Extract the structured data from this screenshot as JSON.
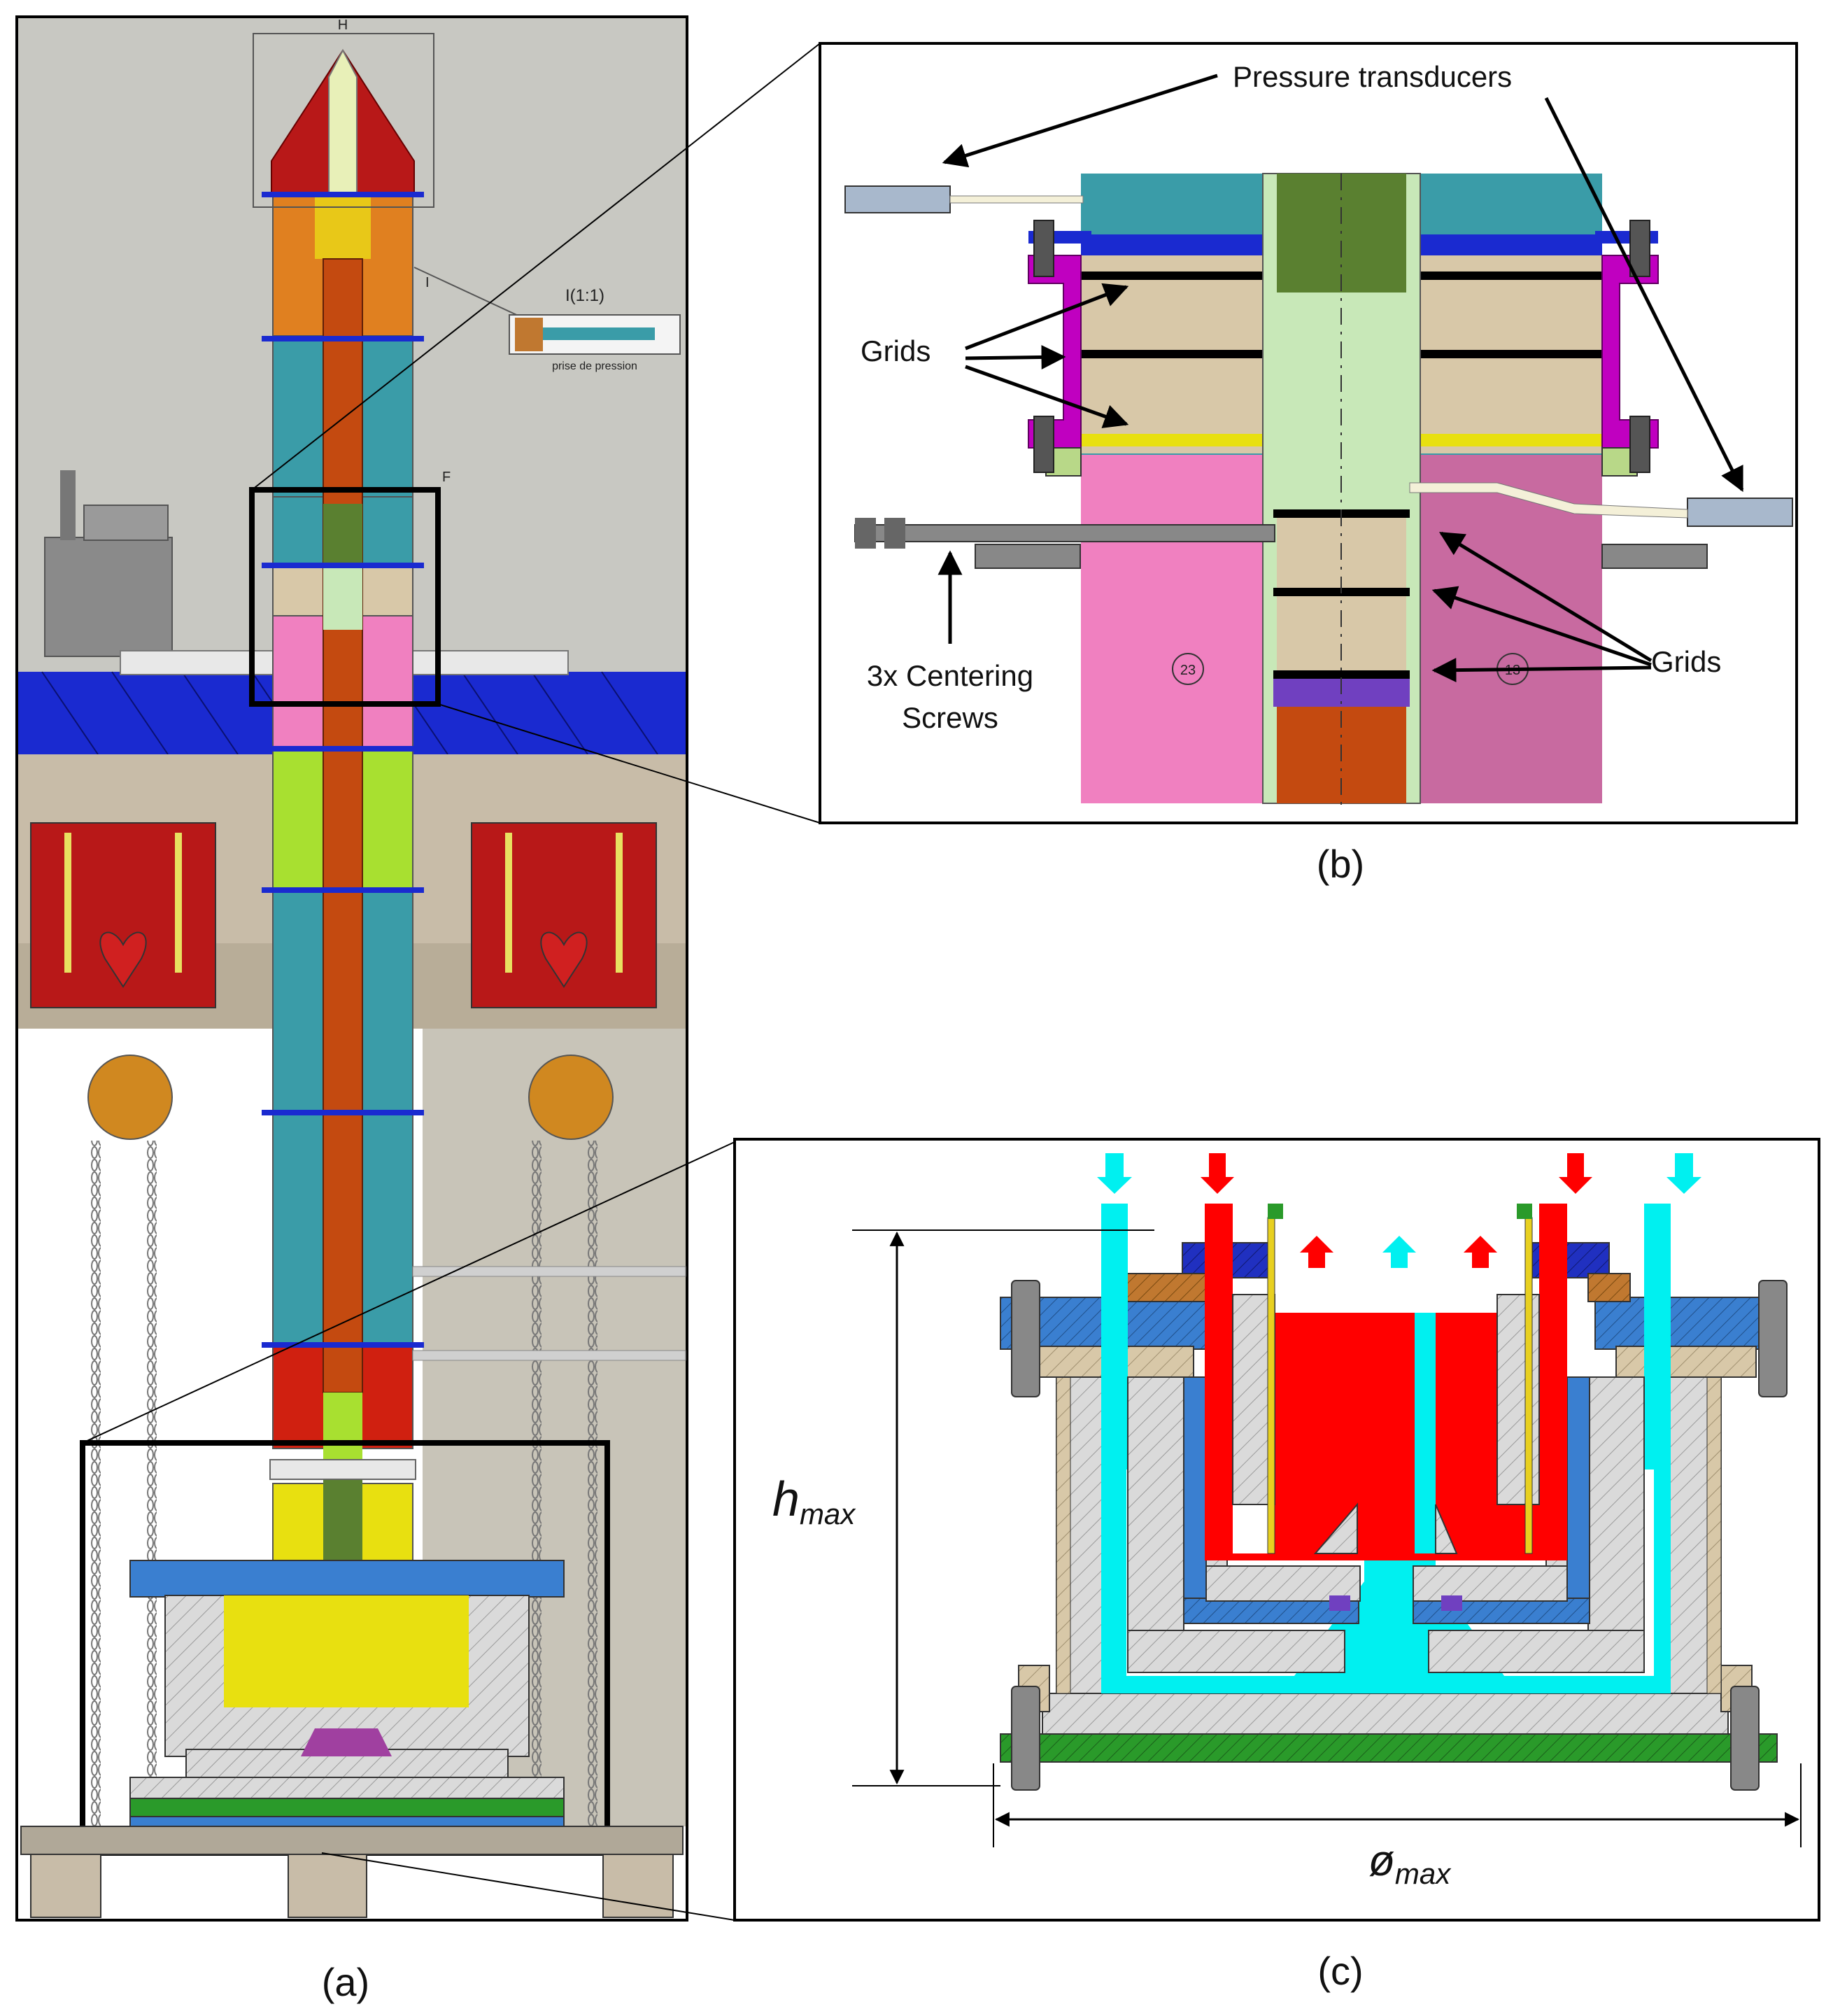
{
  "panel_a": {
    "caption": "(a)",
    "markers": {
      "h": "H",
      "i": "I",
      "f": "F"
    },
    "detail_title": "I(1:1)",
    "detail_note": "prise de pression"
  },
  "panel_b": {
    "caption": "(b)",
    "labels": {
      "pressure_transducers": "Pressure transducers",
      "grids_left": "Grids",
      "grids_right": "Grids",
      "centering_line1": "3x Centering",
      "centering_line2": "Screws"
    },
    "part_numbers": {
      "left": "23",
      "right": "13"
    }
  },
  "panel_c": {
    "caption": "(c)",
    "h_symbol": "h",
    "h_sub": "max",
    "d_symbol": "ø",
    "d_sub": "max"
  },
  "colors": {
    "red": "#ff0000",
    "cyan": "#00f0f0",
    "steel": "#dadada",
    "blue_flange": "#3a7fd0",
    "green_plate": "#2a9a2a",
    "pink": "#f080c0",
    "teal": "#3a9ca8",
    "orange_rod": "#c44a10",
    "tan": "#d8c8a8",
    "magenta": "#c000c0",
    "purple": "#7040c0",
    "wall_blue": "#1a2ad0"
  }
}
